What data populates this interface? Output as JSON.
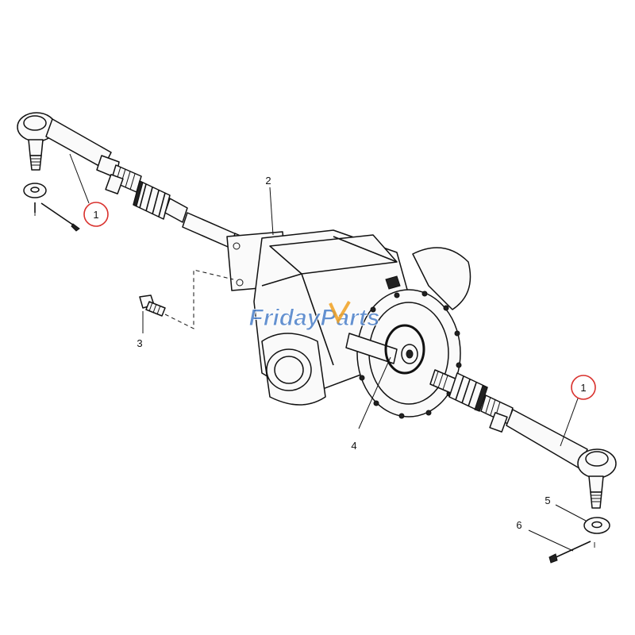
{
  "callouts": [
    {
      "id": "c1a",
      "label": "1",
      "circled": true
    },
    {
      "id": "c2",
      "label": "2",
      "circled": false
    },
    {
      "id": "c3",
      "label": "3",
      "circled": false
    },
    {
      "id": "c4",
      "label": "4",
      "circled": false
    },
    {
      "id": "c1b",
      "label": "1",
      "circled": true
    },
    {
      "id": "c5",
      "label": "5",
      "circled": false
    },
    {
      "id": "c6",
      "label": "6",
      "circled": false
    }
  ],
  "small_mark": "I",
  "watermark": "FridayParts",
  "colors": {
    "line": "#111111",
    "circle": "#d9302c",
    "watermark_blue": "#4a7fc9",
    "watermark_orange": "#f0a020"
  }
}
